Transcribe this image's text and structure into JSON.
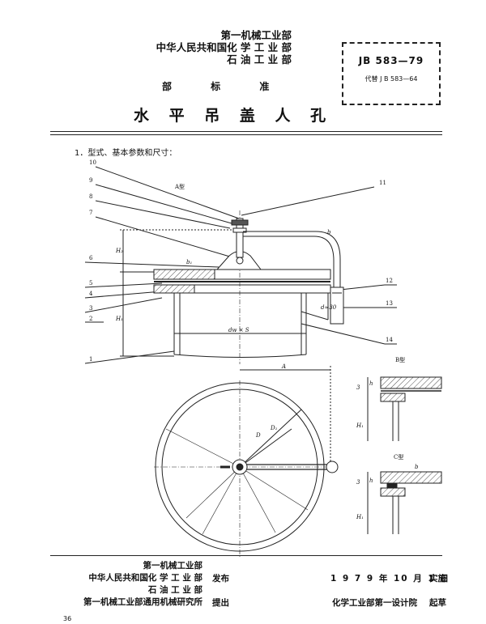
{
  "header": {
    "issuers": [
      "第一机械工业部",
      "中华人民共和国化 学 工 业 部",
      "石 油 工 业 部"
    ],
    "standard_type": "部 标 准",
    "title": "水 平 吊 盖 人 孔",
    "standard_number": "JB 583—79",
    "replaces": "代替 J B 583—64"
  },
  "section": {
    "heading": "1．型式、基本参数和尺寸："
  },
  "drawing": {
    "view_a_label": "A型",
    "view_b_label": "B型",
    "view_c_label": "C型",
    "part_numbers": [
      "10",
      "9",
      "8",
      "7",
      "6",
      "5",
      "4",
      "3",
      "2",
      "1",
      "11",
      "12",
      "13",
      "14"
    ],
    "dims": {
      "H2": "H₂",
      "H1": "H₁",
      "b1": "b₁",
      "b": "b",
      "dw_s": "dw × S",
      "A": "A",
      "D": "D",
      "D1": "D₁",
      "h": "h",
      "b2": "b₂",
      "d": "d≈30",
      "three": "3"
    }
  },
  "footer": {
    "left_issuers": [
      "第一机械工业部",
      "中华人民共和国化 学 工 业 部",
      "石 油 工 业 部",
      "第一机械工业部通用机械研究所"
    ],
    "publish": "发布",
    "propose": "提出",
    "date": "1 9 7 9 年 10 月 1 日",
    "implement": "实施",
    "drafter": "化学工业部第一设计院",
    "draft": "起草",
    "page": "36"
  }
}
